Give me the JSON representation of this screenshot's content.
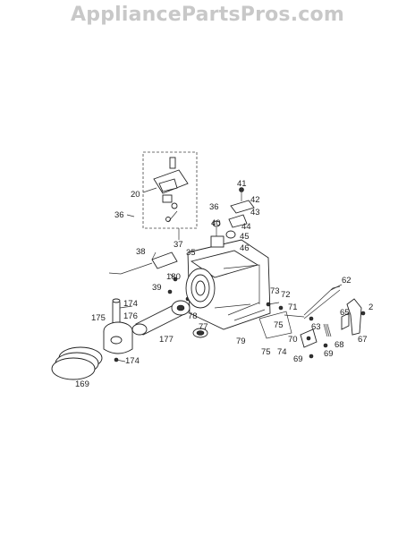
{
  "watermark": "AppliancePartsPros.com",
  "labels": {
    "l20": "20",
    "l36a": "36",
    "l36b": "36",
    "l41": "41",
    "l42": "42",
    "l43": "43",
    "l40": "40",
    "l44": "44",
    "l45": "45",
    "l46": "46",
    "l37": "37",
    "l35": "35",
    "l38": "38",
    "l180": "180",
    "l39": "39",
    "l174a": "174",
    "l174b": "174",
    "l175": "175",
    "l176": "176",
    "l177": "177",
    "l78": "78",
    "l77": "77",
    "l79": "79",
    "l75a": "75",
    "l75b": "75",
    "l74": "74",
    "l73": "73",
    "l72": "72",
    "l71": "71",
    "l62": "62",
    "l63": "63",
    "l65": "65",
    "l2": "2",
    "l67": "67",
    "l70": "70",
    "l69a": "69",
    "l69b": "69",
    "l68": "68",
    "l169": "169"
  }
}
